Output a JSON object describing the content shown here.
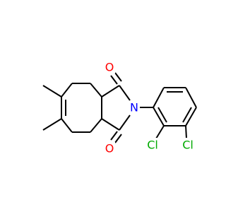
{
  "colors": {
    "background": "#ffffff",
    "bond": "#000000",
    "carbon": "#000000",
    "nitrogen": "#0000ff",
    "oxygen": "#ff0000",
    "chlorine": "#00aa00"
  },
  "atoms": {
    "o_top": "O",
    "o_bottom": "O",
    "n_imide": "N",
    "cl_ortho": "Cl",
    "cl_meta": "Cl"
  }
}
